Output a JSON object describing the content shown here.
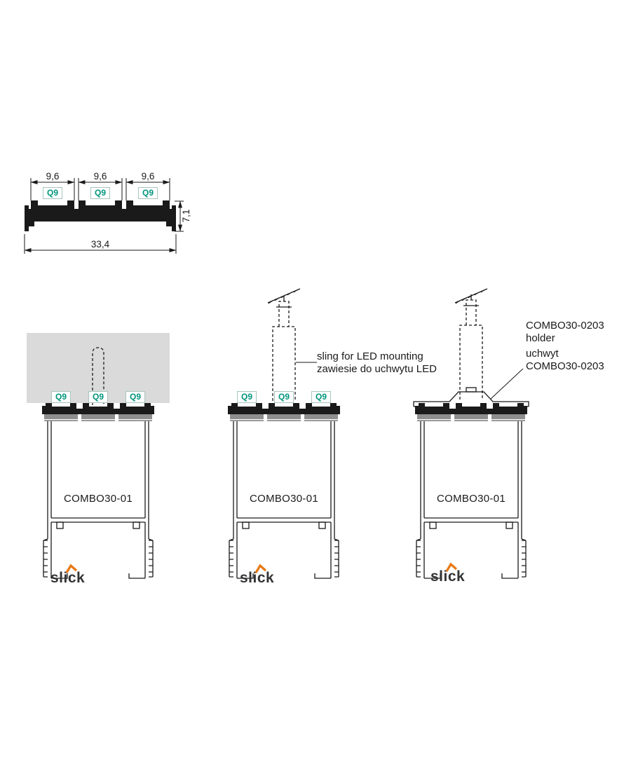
{
  "dimension_drawing": {
    "top_dims": [
      "9,6",
      "9,6",
      "9,6"
    ],
    "height_dim": "7,1",
    "width_dim": "33,4",
    "slots": [
      "Q9",
      "Q9",
      "Q9"
    ]
  },
  "profiles": {
    "left": {
      "label": "COMBO30-01",
      "slots": [
        "Q9",
        "Q9",
        "Q9"
      ],
      "logo": "slick"
    },
    "middle": {
      "label": "COMBO30-01",
      "slots": [
        "Q9",
        "Q9",
        "Q9"
      ],
      "logo": "slick",
      "note_line1": "sling for LED mounting",
      "note_line2": "zawiesie do uchwytu LED"
    },
    "right": {
      "label": "COMBO30-01",
      "logo": "slick",
      "note_lines": [
        "COMBO30-0203",
        "holder",
        "uchwyt",
        "COMBO30-0203"
      ]
    }
  },
  "colors": {
    "q9_teal": "#00957C",
    "logo_orange": "#E87812",
    "line_ink": "#1A1A1A",
    "ceiling_gray": "#DADADA",
    "diffuser_gray": "#8E8E8E"
  }
}
